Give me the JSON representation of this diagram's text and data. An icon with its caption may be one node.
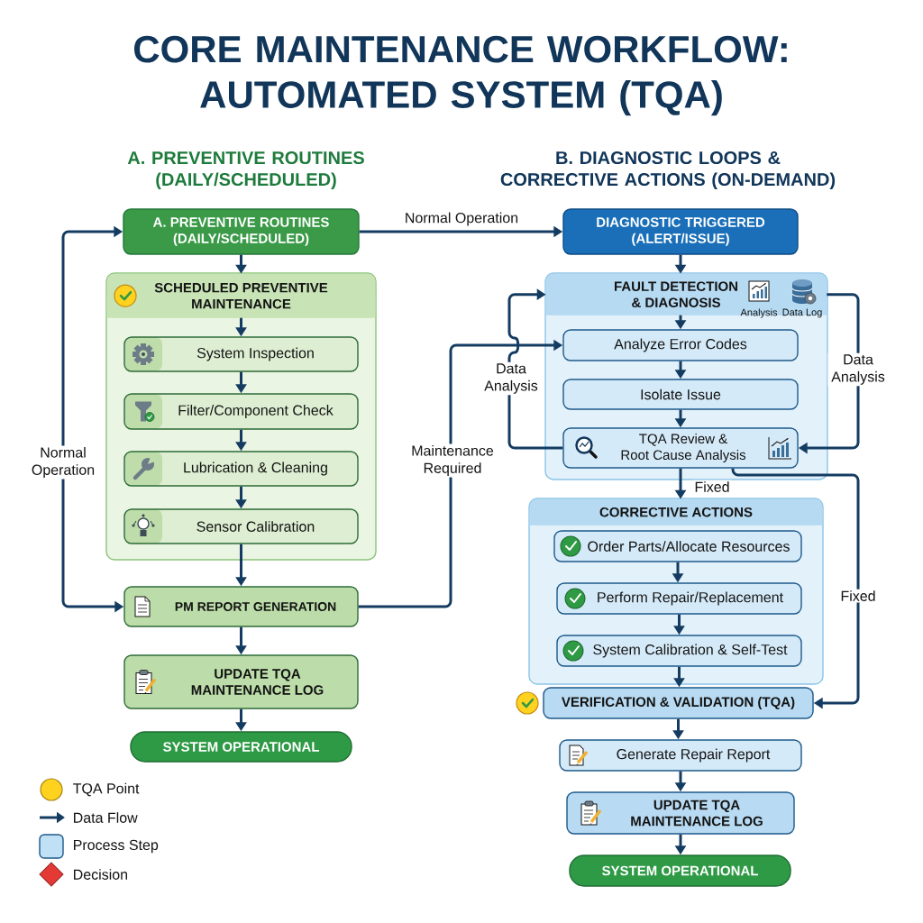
{
  "diagram": {
    "title": "CORE MAINTENANCE WORKFLOW: AUTOMATED SYSTEM (TQA)",
    "nodes": [
      {
        "text": [
          "A. PREVENTIVE ROUTINES (DAILY/SCHEDULED)"
        ]
      },
      {
        "text": [],
        "shape": "box"
      },
      {
        "text": [
          "SCHEDULED PREVENTIVE MAINTENANCE"
        ],
        "in": 1
      },
      {
        "text": [
          "System Inspection"
        ],
        "in": 1
      },
      {
        "text": [
          "Filter/Component Check"
        ],
        "in": 1
      },
      {
        "text": [
          "Lubrication & Cleaning"
        ],
        "in": 1
      },
      {
        "text": [
          "Sensor Calibration"
        ],
        "in": 1
      },
      {
        "text": [
          "PM REPORT GENERATION"
        ]
      },
      {
        "text": [
          "UPDATE TQA MAINTENANCE LOG"
        ]
      },
      {
        "text": [
          "SYSTEM OPERATIONAL"
        ]
      },
      {
        "text": [
          "DIAGNOSTIC TRIGGERED (ALERT/ISSUE)"
        ]
      },
      {
        "text": [],
        "shape": "box"
      },
      {
        "text": [
          "FAULT DETECTION & DIAGNOSIS",
          "Analysis",
          "Data Log"
        ],
        "in": 11
      },
      {
        "text": [
          "Analyze Error Codes"
        ],
        "in": 11
      },
      {
        "text": [
          "Isolate Issue"
        ],
        "in": 11
      },
      {
        "text": [
          "TQA Review & Root Cause Analysis"
        ],
        "in": 11
      },
      {
        "text": [],
        "shape": "box"
      },
      {
        "text": [
          "CORRECTIVE ACTIONS"
        ],
        "in": 16
      },
      {
        "text": [
          "Order Parts/Allocate Resources"
        ],
        "in": 16
      },
      {
        "text": [
          "Perform Repair/Replacement"
        ],
        "in": 16
      },
      {
        "text": [
          "System Calibration & Self-Test"
        ],
        "in": 16
      },
      {
        "text": [
          "VERIFICATION & VALIDATION (TQA)"
        ]
      },
      {
        "text": [
          "Generate Repair Report"
        ]
      },
      {
        "text": [
          "UPDATE TQA MAINTENANCE LOG"
        ]
      },
      {
        "text": [
          "SYSTEM OPERATIONAL"
        ]
      }
    ],
    "edges": [
      {
        "from": 0,
        "to": 2,
        "arrow": "to"
      },
      {
        "from": 2,
        "to": 3,
        "arrow": "to"
      },
      {
        "from": 3,
        "to": 4,
        "arrow": "to"
      },
      {
        "from": 4,
        "to": 5,
        "arrow": "to"
      },
      {
        "from": 5,
        "to": 6,
        "arrow": "to"
      },
      {
        "from": 6,
        "to": 7,
        "arrow": "to"
      },
      {
        "from": 7,
        "to": 8,
        "arrow": "to"
      },
      {
        "from": 8,
        "to": 9,
        "arrow": "to"
      },
      {
        "from": 0,
        "to": 10,
        "arrow": "to",
        "label": "Normal Operation"
      },
      {
        "from": 7,
        "to": 0,
        "arrow": "both",
        "label": "Normal Operation"
      },
      {
        "from": 7,
        "to": 13,
        "arrow": "to",
        "label": "Maintenance Required"
      },
      {
        "from": 10,
        "to": 12,
        "arrow": "to"
      },
      {
        "from": 12,
        "to": 13,
        "arrow": "to"
      },
      {
        "from": 13,
        "to": 14,
        "arrow": "to"
      },
      {
        "from": 14,
        "to": 15,
        "arrow": "to"
      },
      {
        "from": 15,
        "to": 12,
        "arrow": "to",
        "label": "Data Analysis"
      },
      {
        "from": 12,
        "to": 15,
        "arrow": "to",
        "label": "Data Analysis"
      },
      {
        "from": 15,
        "to": 17,
        "arrow": "to",
        "label": "Fixed"
      },
      {
        "from": 15,
        "to": 21,
        "arrow": "to",
        "label": "Fixed"
      },
      {
        "from": 18,
        "to": 19,
        "arrow": "to"
      },
      {
        "from": 19,
        "to": 20,
        "arrow": "to"
      },
      {
        "from": 20,
        "to": 21,
        "arrow": "to"
      },
      {
        "from": 21,
        "to": 22,
        "arrow": "to"
      },
      {
        "from": 22,
        "to": 23,
        "arrow": "to"
      },
      {
        "from": 23,
        "to": 24,
        "arrow": "to"
      }
    ],
    "labels": [
      "A. PREVENTIVE ROUTINES (DAILY/SCHEDULED)",
      "B. DIAGNOSTIC LOOPS & CORRECTIVE ACTIONS (ON-DEMAND)"
    ],
    "legend": [
      {
        "text": "TQA Point",
        "color": "#ffd21f"
      },
      {
        "text": "Data Flow"
      },
      {
        "text": "Process Step",
        "color": "#bfe0f5"
      },
      {
        "text": "Decision",
        "color": "#e53935"
      }
    ]
  }
}
